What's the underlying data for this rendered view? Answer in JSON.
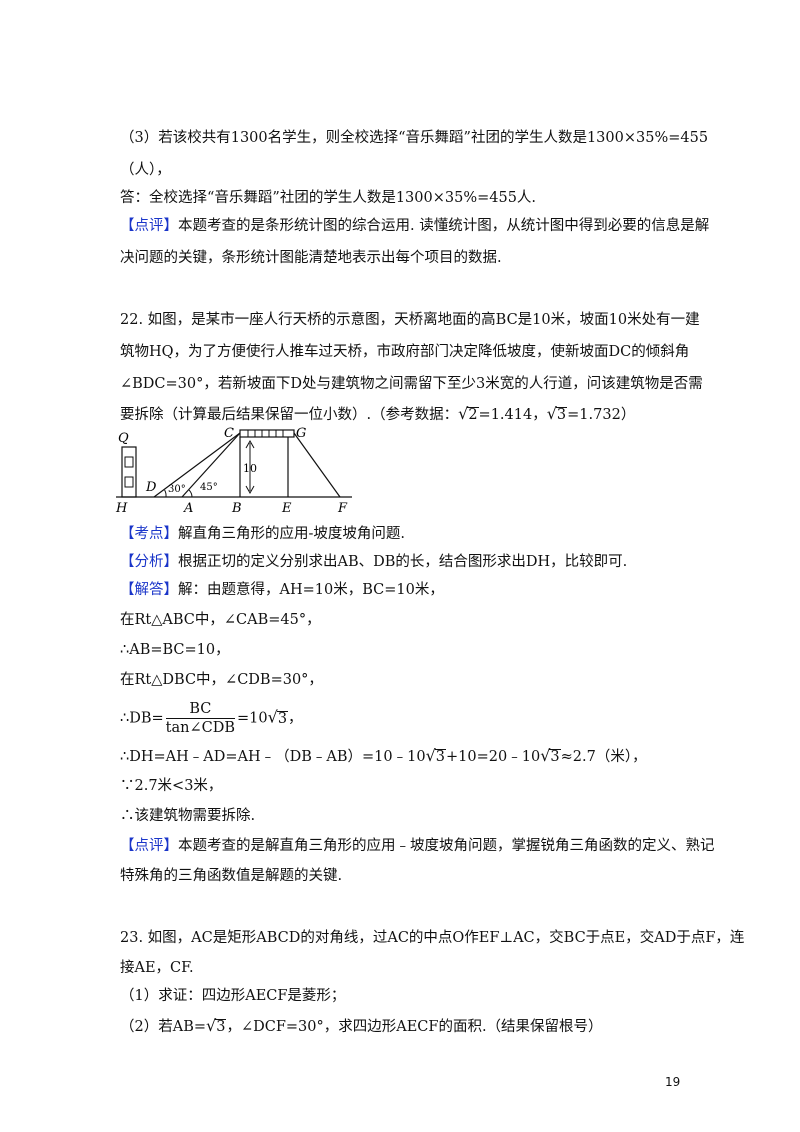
{
  "q21": {
    "part3_a": "（3）若该校共有1300名学生，则全校选择“音乐舞蹈”社团的学生人数是1300×35%=455",
    "part3_b": "（人），",
    "answer": "答：全校选择“音乐舞蹈”社团的学生人数是1300×35%=455人.",
    "comment_tag": "【点评】",
    "comment_a": "本题考查的是条形统计图的综合运用. 读懂统计图，从统计图中得到必要的信息是解",
    "comment_b": "决问题的关键，条形统计图能清楚地表示出每个项目的数据."
  },
  "q22": {
    "stem_1": "22. 如图，是某市一座人行天桥的示意图，天桥离地面的高BC是10米，坡面10米处有一建",
    "stem_2": "筑物HQ，为了方便使行人推车过天桥，市政府部门决定降低坡度，使新坡面DC的倾斜角",
    "stem_3": "∠BDC=30°，若新坡面下D处与建筑物之间需留下至少3米宽的人行道，问该建筑物是否需",
    "stem_4a": "要拆除（计算最后结果保留一位小数）.（参考数据：",
    "ref_r1": "2",
    "ref_v1": "=1.414，",
    "ref_r2": "3",
    "ref_v2": "=1.732）",
    "figure": {
      "labels": [
        "Q",
        "C",
        "G",
        "10",
        "D",
        "30°",
        "45°",
        "H",
        "A",
        "B",
        "E",
        "F"
      ]
    },
    "kaodian_tag": "【考点】",
    "kaodian": "解直角三角形的应用-坡度坡角问题.",
    "fenxi_tag": "【分析】",
    "fenxi": "根据正切的定义分别求出AB、DB的长，结合图形求出DH，比较即可.",
    "jieda_tag": "【解答】",
    "jieda": "解：由题意得，AH=10米，BC=10米，",
    "s1": "在Rt△ABC中，∠CAB=45°，",
    "s2": "∴AB=BC=10，",
    "s3": "在Rt△DBC中，∠CDB=30°，",
    "s4_pre": "∴DB=",
    "s4_num": "BC",
    "s4_den": "tan∠CDB",
    "s4_post": "=10",
    "s4_rad": "3",
    "s4_end": "，",
    "s5_a": "∴DH=AH﹣AD=AH﹣（DB﹣AB）=10﹣10",
    "s5_r1": "3",
    "s5_b": "+10=20﹣10",
    "s5_r2": "3",
    "s5_c": "≈2.7（米），",
    "s6": "∵2.7米<3米，",
    "s7": "∴该建筑物需要拆除.",
    "comment_tag": "【点评】",
    "comment_a": "本题考查的是解直角三角形的应用﹣坡度坡角问题，掌握锐角三角函数的定义、熟记",
    "comment_b": "特殊角的三角函数值是解题的关键."
  },
  "q23": {
    "stem_1": "23. 如图，AC是矩形ABCD的对角线，过AC的中点O作EF⊥AC，交BC于点E，交AD于点F，连",
    "stem_2": "接AE，CF.",
    "p1": "（1）求证：四边形AECF是菱形；",
    "p2_a": "（2）若AB=",
    "p2_rad": "3",
    "p2_b": "，∠DCF=30°，求四边形AECF的面积.（结果保留根号）"
  },
  "page_number": "19"
}
